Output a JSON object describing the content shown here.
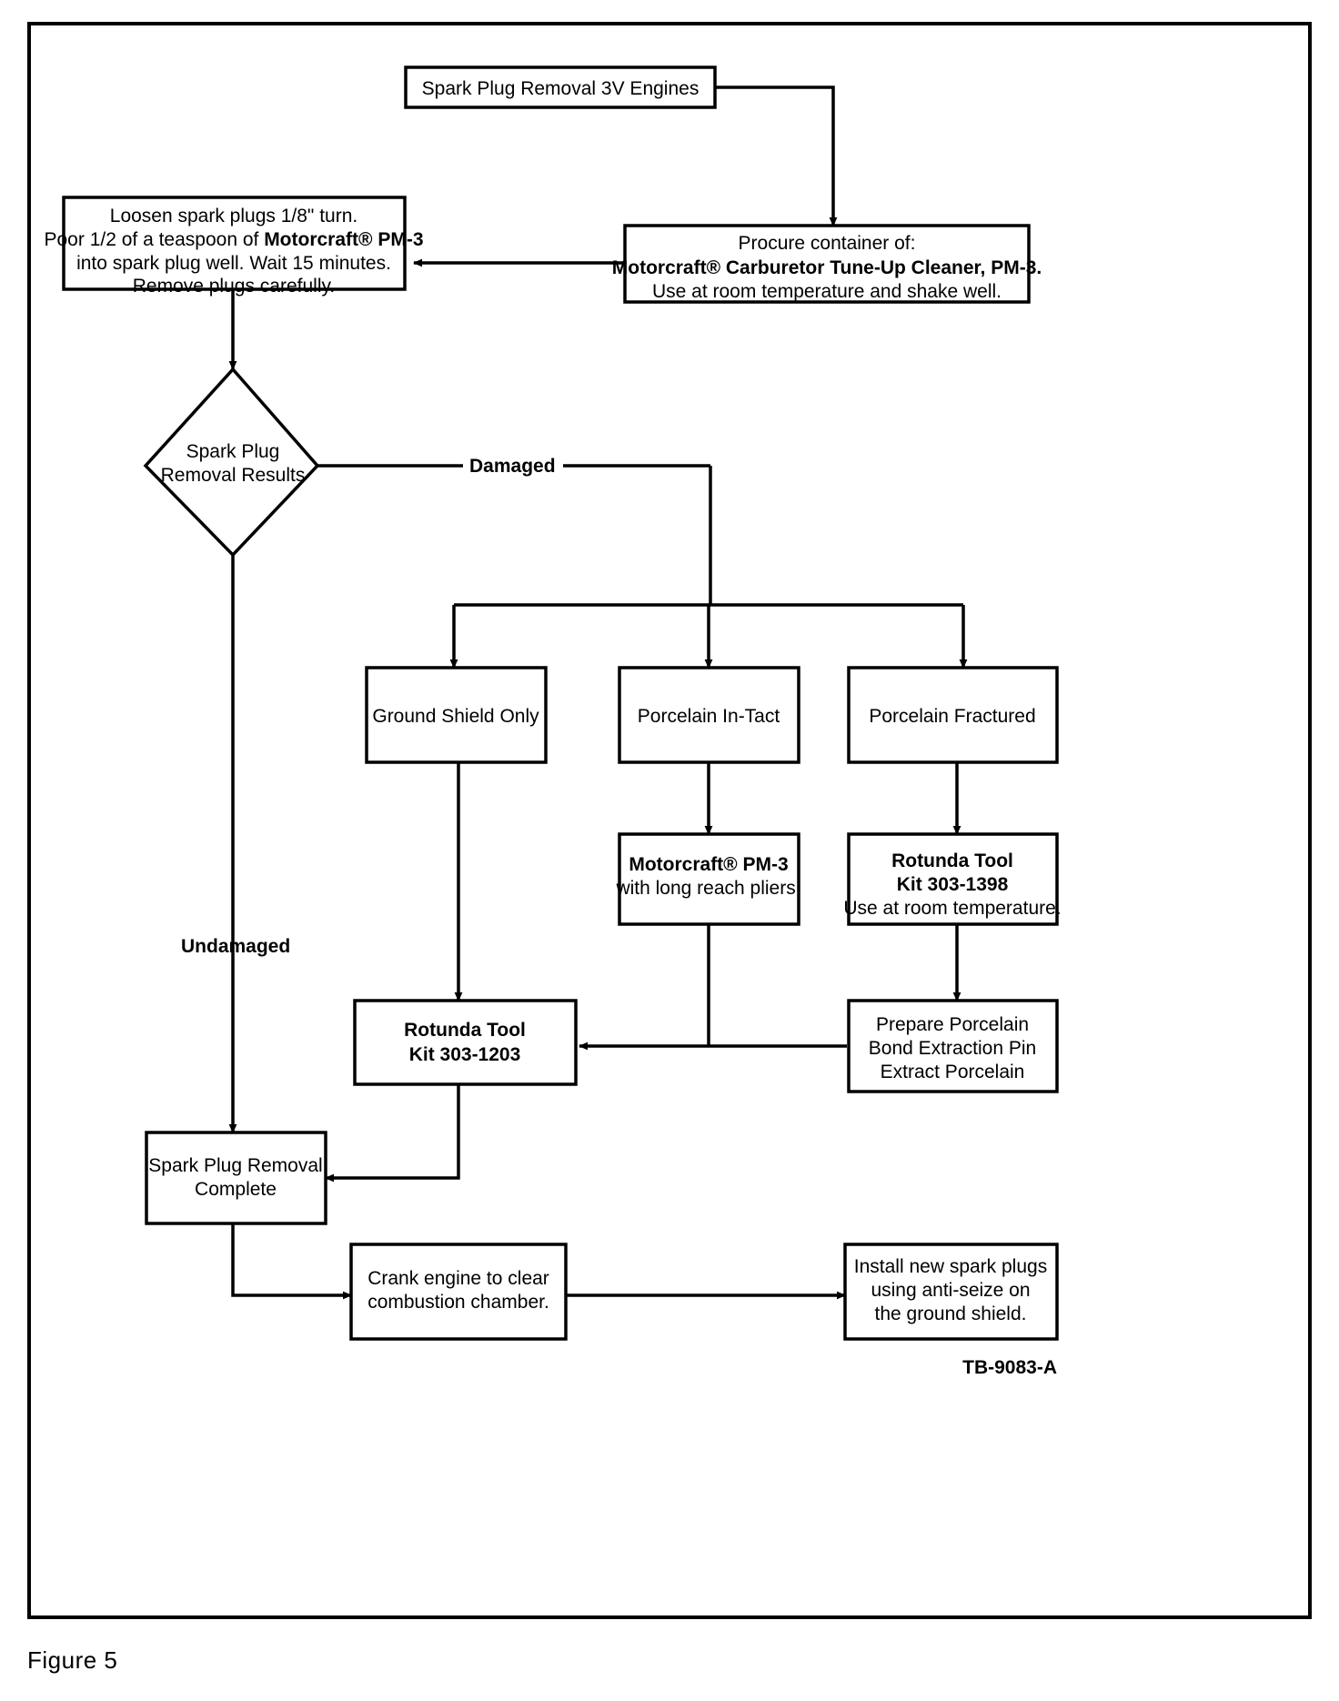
{
  "figure": {
    "caption": "Figure 5",
    "code": "TB-9083-A"
  },
  "nodes": {
    "start": {
      "id": "spark-plug-removal-3v-engines",
      "lines": [
        {
          "text": "Spark Plug Removal 3V Engines",
          "bold": false
        }
      ]
    },
    "procure": {
      "id": "procure-container",
      "lines": [
        {
          "text": "Procure container of:",
          "bold": false
        },
        {
          "text": "Motorcraft® Carburetor Tune-Up Cleaner, PM-3.",
          "bold": true
        },
        {
          "text": "Use at room temperature and shake well.",
          "bold": false
        }
      ]
    },
    "loosen": {
      "id": "loosen-spark-plugs",
      "lines": [
        {
          "text": "Loosen spark plugs 1/8\" turn.",
          "bold": false
        },
        {
          "text": "Poor 1/2 of a teaspoon of Motorcraft® PM-3",
          "bold": false,
          "bold_tail": "Motorcraft® PM-3"
        },
        {
          "text": "into spark plug well. Wait 15 minutes.",
          "bold": false
        },
        {
          "text": "Remove plugs carefully.",
          "bold": false
        }
      ]
    },
    "decision": {
      "id": "spark-plug-removal-results",
      "lines": [
        {
          "text": "Spark Plug",
          "bold": false
        },
        {
          "text": "Removal Results",
          "bold": false
        }
      ]
    },
    "ground_shield": {
      "id": "ground-shield-only",
      "lines": [
        {
          "text": "Ground Shield Only",
          "bold": false
        }
      ]
    },
    "porcelain_intact": {
      "id": "porcelain-in-tact",
      "lines": [
        {
          "text": "Porcelain In-Tact",
          "bold": false
        }
      ]
    },
    "porcelain_fractured": {
      "id": "porcelain-fractured",
      "lines": [
        {
          "text": "Porcelain Fractured",
          "bold": false
        }
      ]
    },
    "pm3_pliers": {
      "id": "motorcraft-pm3-pliers",
      "lines": [
        {
          "text": "Motorcraft® PM-3",
          "bold": true
        },
        {
          "text": "with long reach pliers.",
          "bold": false
        }
      ]
    },
    "rotunda_1398": {
      "id": "rotunda-tool-kit-303-1398",
      "lines": [
        {
          "text": "Rotunda Tool",
          "bold": true
        },
        {
          "text": "Kit 303-1398",
          "bold": true
        },
        {
          "text": "Use at room temperature.",
          "bold": false
        }
      ]
    },
    "prepare_porcelain": {
      "id": "prepare-porcelain",
      "lines": [
        {
          "text": "Prepare Porcelain",
          "bold": false
        },
        {
          "text": "Bond Extraction Pin",
          "bold": false
        },
        {
          "text": "Extract Porcelain",
          "bold": false
        }
      ]
    },
    "rotunda_1203": {
      "id": "rotunda-tool-kit-303-1203",
      "lines": [
        {
          "text": "Rotunda Tool",
          "bold": true
        },
        {
          "text": "Kit 303-1203",
          "bold": true
        }
      ]
    },
    "removal_complete": {
      "id": "spark-plug-removal-complete",
      "lines": [
        {
          "text": "Spark Plug Removal",
          "bold": false
        },
        {
          "text": "Complete",
          "bold": false
        }
      ]
    },
    "crank_engine": {
      "id": "crank-engine",
      "lines": [
        {
          "text": "Crank engine to clear",
          "bold": false
        },
        {
          "text": "combustion chamber.",
          "bold": false
        }
      ]
    },
    "install_plugs": {
      "id": "install-new-spark-plugs",
      "lines": [
        {
          "text": "Install new spark plugs",
          "bold": false
        },
        {
          "text": "using anti-seize on",
          "bold": false
        },
        {
          "text": "the ground shield.",
          "bold": false
        }
      ]
    }
  },
  "edge_labels": {
    "damaged": "Damaged",
    "undamaged": "Undamaged"
  },
  "colors": {
    "stroke": "#000000",
    "fill": "#ffffff",
    "text": "#000000"
  }
}
